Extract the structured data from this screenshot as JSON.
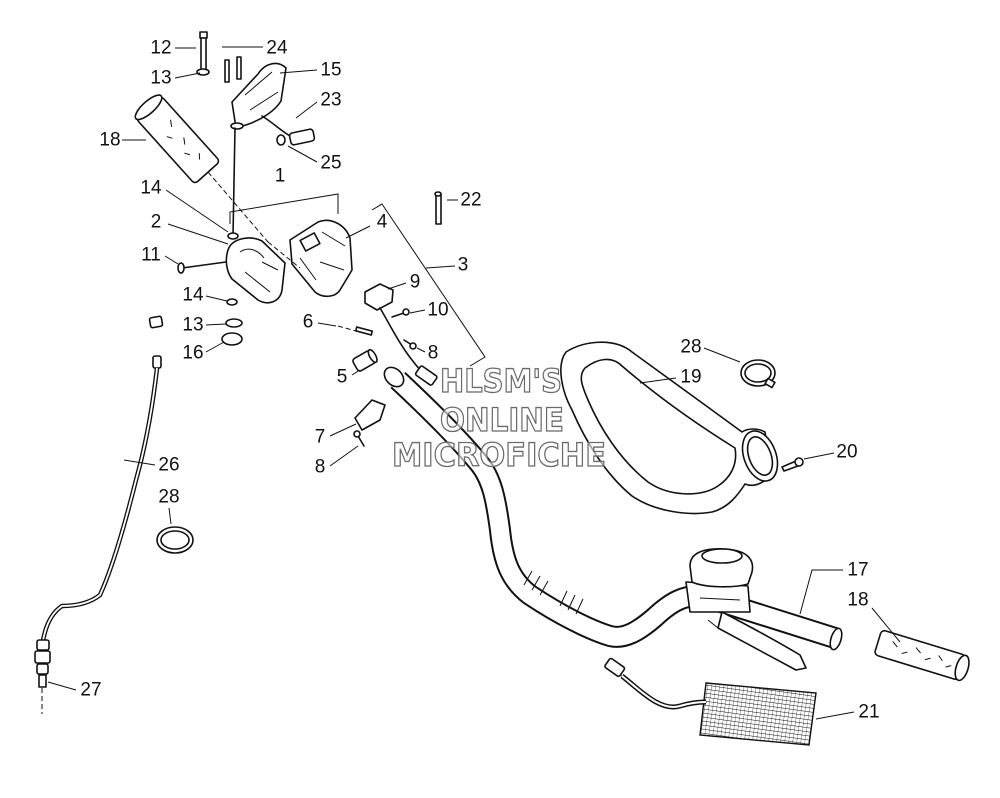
{
  "colors": {
    "line": "#111111",
    "background": "#ffffff",
    "watermark_outline": "#6a6a6a"
  },
  "watermark": {
    "lines": [
      "HLSM'S",
      "ONLINE",
      "MICROFICHE"
    ]
  },
  "callouts": [
    "12",
    "24",
    "13",
    "15",
    "23",
    "18",
    "25",
    "1",
    "14",
    "22",
    "2",
    "4",
    "11",
    "3",
    "9",
    "14",
    "10",
    "6",
    "13",
    "28",
    "16",
    "8",
    "5",
    "19",
    "7",
    "20",
    "26",
    "8",
    "28",
    "17",
    "18",
    "27",
    "21"
  ]
}
